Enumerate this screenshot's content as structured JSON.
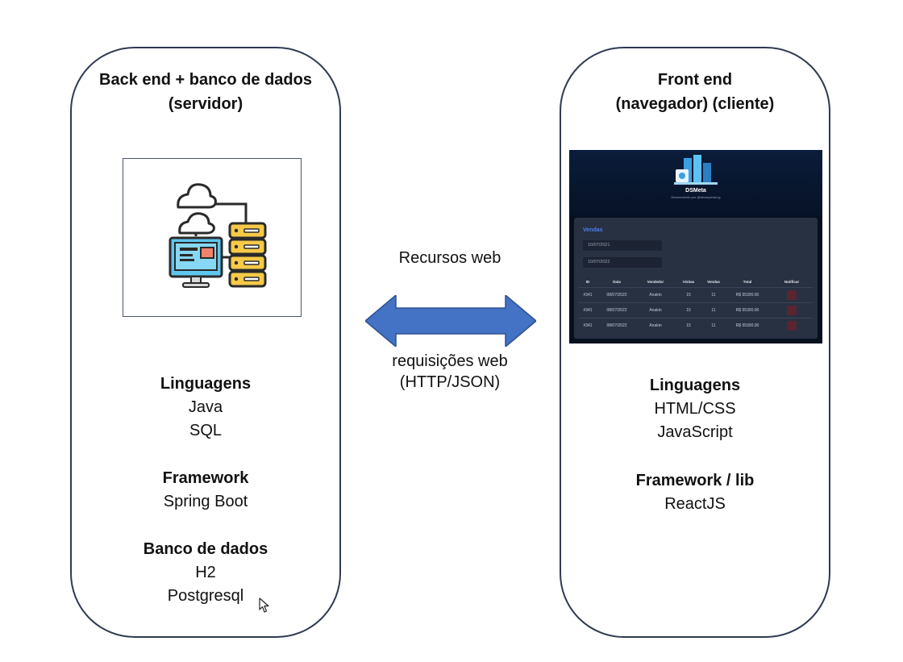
{
  "backend": {
    "title_line1": "Back end + banco de dados",
    "title_line2": "(servidor)",
    "illustration_icon": "cloud-server-icon",
    "languages_heading": "Linguagens",
    "languages": [
      "Java",
      "SQL"
    ],
    "framework_heading": "Framework",
    "framework": "Spring Boot",
    "database_heading": "Banco de dados",
    "databases": [
      "H2",
      "Postgresql"
    ]
  },
  "middle": {
    "top_label": "Recursos web",
    "bottom_line1": "requisições web",
    "bottom_line2": "(HTTP/JSON)",
    "arrow_color": "#4472c4"
  },
  "frontend": {
    "title_line1": "Front end",
    "title_line2": "(navegador) (cliente)",
    "languages_heading": "Linguagens",
    "languages": [
      "HTML/CSS",
      "JavaScript"
    ],
    "framework_heading": "Framework / lib",
    "framework": "ReactJS",
    "screenshot": {
      "app_title": "DSMeta",
      "app_subtitle": "Desenvolvido por @devsuperior.ig",
      "card_title": "Vendas",
      "date_min": "10/07/2021",
      "date_max": "10/07/2022",
      "columns": [
        "ID",
        "Data",
        "Vendedor",
        "Visitas",
        "Vendas",
        "Total",
        "Notificar"
      ],
      "rows": [
        [
          "#341",
          "08/07/2022",
          "Anakin",
          "15",
          "11",
          "R$ 55300.00"
        ],
        [
          "#341",
          "08/07/2022",
          "Anakin",
          "15",
          "11",
          "R$ 55300.00"
        ],
        [
          "#341",
          "08/07/2022",
          "Anakin",
          "15",
          "11",
          "R$ 55300.00"
        ]
      ],
      "accent_color": "#4d7cf2",
      "notify_icon": "notification-icon"
    }
  }
}
